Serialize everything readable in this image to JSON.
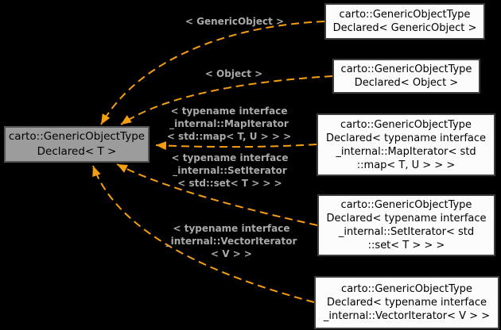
{
  "diagram": {
    "title": "carto::GenericObjectTypeDeclared template instantiation graph",
    "colors": {
      "background": "#000000",
      "arrow": "#F59E10",
      "main_node_fill": "#9C9C9C",
      "main_node_border": "#545454",
      "node_fill": "#FCFCFC",
      "node_border": "#3C3C3C",
      "node_text": "#000000",
      "edge_label_text": "#A9A9A9"
    },
    "main_node": {
      "text": "carto::GenericObjectType\nDeclared< T >"
    },
    "nodes": [
      {
        "text": "carto::GenericObjectType\nDeclared< GenericObject >"
      },
      {
        "text": "carto::GenericObjectType\nDeclared< Object >"
      },
      {
        "text": "carto::GenericObjectType\nDeclared< typename interface\n_internal::MapIterator< std\n::map< T, U > > >"
      },
      {
        "text": "carto::GenericObjectType\nDeclared< typename interface\n_internal::SetIterator< std\n::set< T > > >"
      },
      {
        "text": "carto::GenericObjectType\nDeclared< typename interface\n_internal::VectorIterator< V > >"
      }
    ],
    "edge_labels": [
      {
        "text": "< GenericObject >"
      },
      {
        "text": "< Object >"
      },
      {
        "text": "< typename interface\n_internal::MapIterator\n< std::map< T, U > > >"
      },
      {
        "text": "< typename interface\n_internal::SetIterator\n< std::set< T > > >"
      },
      {
        "text": "< typename interface\n_internal::VectorIterator\n< V > >"
      }
    ]
  }
}
